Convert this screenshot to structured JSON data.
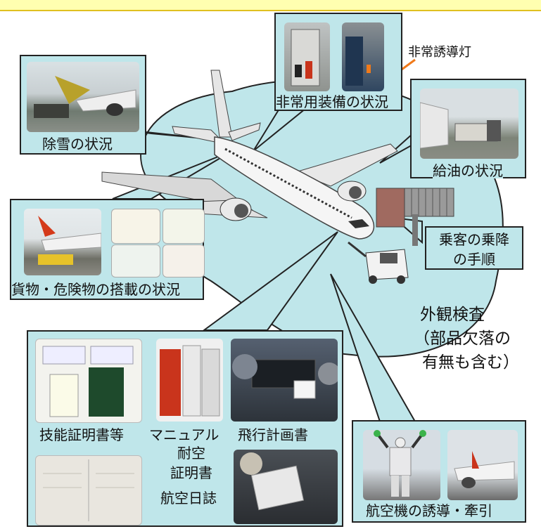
{
  "labels": {
    "snow_removal": "除雪の状況",
    "emergency_equipment": "非常用装備の状況",
    "emergency_light": "非常誘導灯",
    "refueling": "給油の状況",
    "passenger_boarding": [
      "乗客の乗降",
      "の手順"
    ],
    "cargo": "貨物・危険物の搭載の状況",
    "exterior_check": [
      "外観検査",
      "（部品欠落の",
      "有無も含む）"
    ],
    "license": "技能証明書等",
    "manual": "マニュアル",
    "flight_plan": "飛行計画書",
    "airworthiness": [
      "耐空",
      "証明書"
    ],
    "logbook": "航空日誌",
    "aircraft_guidance": "航空機の誘導・牽引"
  },
  "colors": {
    "bubble": "#bfe6ea",
    "outline": "#222222",
    "accent_orange": "#f07a1a",
    "accent_yellow": "#f5e400"
  }
}
